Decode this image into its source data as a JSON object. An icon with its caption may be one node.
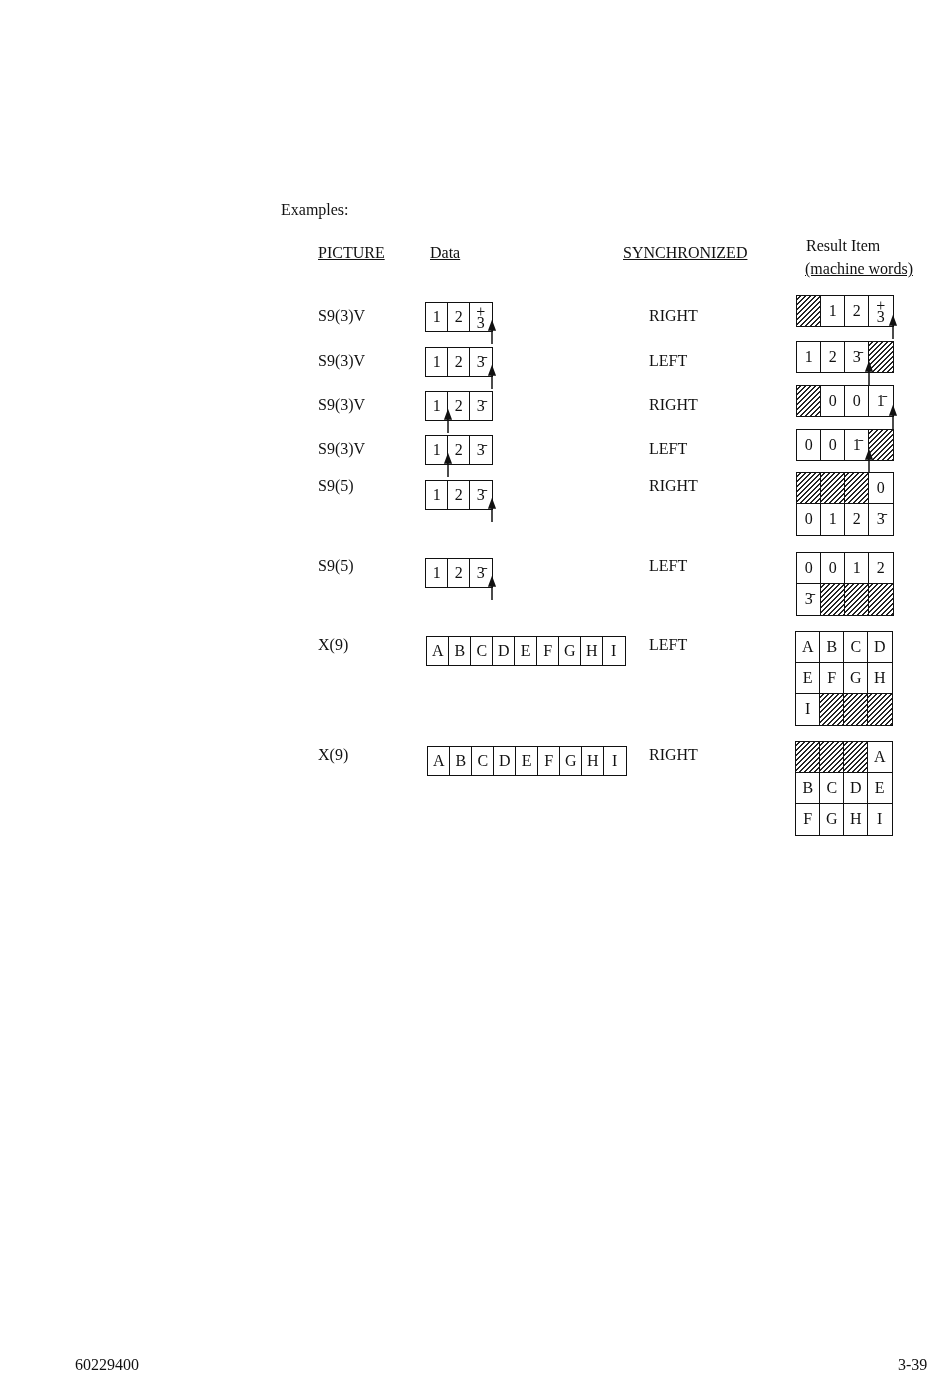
{
  "diagram": {
    "labels": [
      "Examples:",
      "PICTURE",
      "Data",
      "SYNCHRONIZED",
      "Result Item",
      "(machine words)",
      "S9(3)V",
      "1",
      "2",
      "+3",
      "RIGHT",
      "1",
      "2",
      "+3",
      "S9(3)V",
      "1",
      "2",
      "3̄",
      "LEFT",
      "1",
      "2",
      "3̄",
      "S9(3)V",
      "1",
      "2",
      "3̄",
      "RIGHT",
      "0",
      "0",
      "1̄",
      "S9(3)V",
      "1",
      "2",
      "3̄",
      "LEFT",
      "0",
      "0",
      "1̄",
      "S9(5)",
      "1",
      "2",
      "3̄",
      "RIGHT",
      "0",
      "0",
      "1",
      "2",
      "3̄",
      "S9(5)",
      "1",
      "2",
      "3̄",
      "LEFT",
      "0",
      "0",
      "1",
      "2",
      "3̄",
      "X(9)",
      "A",
      "B",
      "C",
      "D",
      "E",
      "F",
      "G",
      "H",
      "I",
      "LEFT",
      "A",
      "B",
      "C",
      "D",
      "E",
      "F",
      "G",
      "H",
      "I",
      "X(9)",
      "A",
      "B",
      "C",
      "D",
      "E",
      "F",
      "G",
      "H",
      "I",
      "RIGHT",
      "A",
      "B",
      "C",
      "D",
      "E",
      "F",
      "G",
      "H",
      "I",
      "60229400",
      "3-39"
    ]
  }
}
